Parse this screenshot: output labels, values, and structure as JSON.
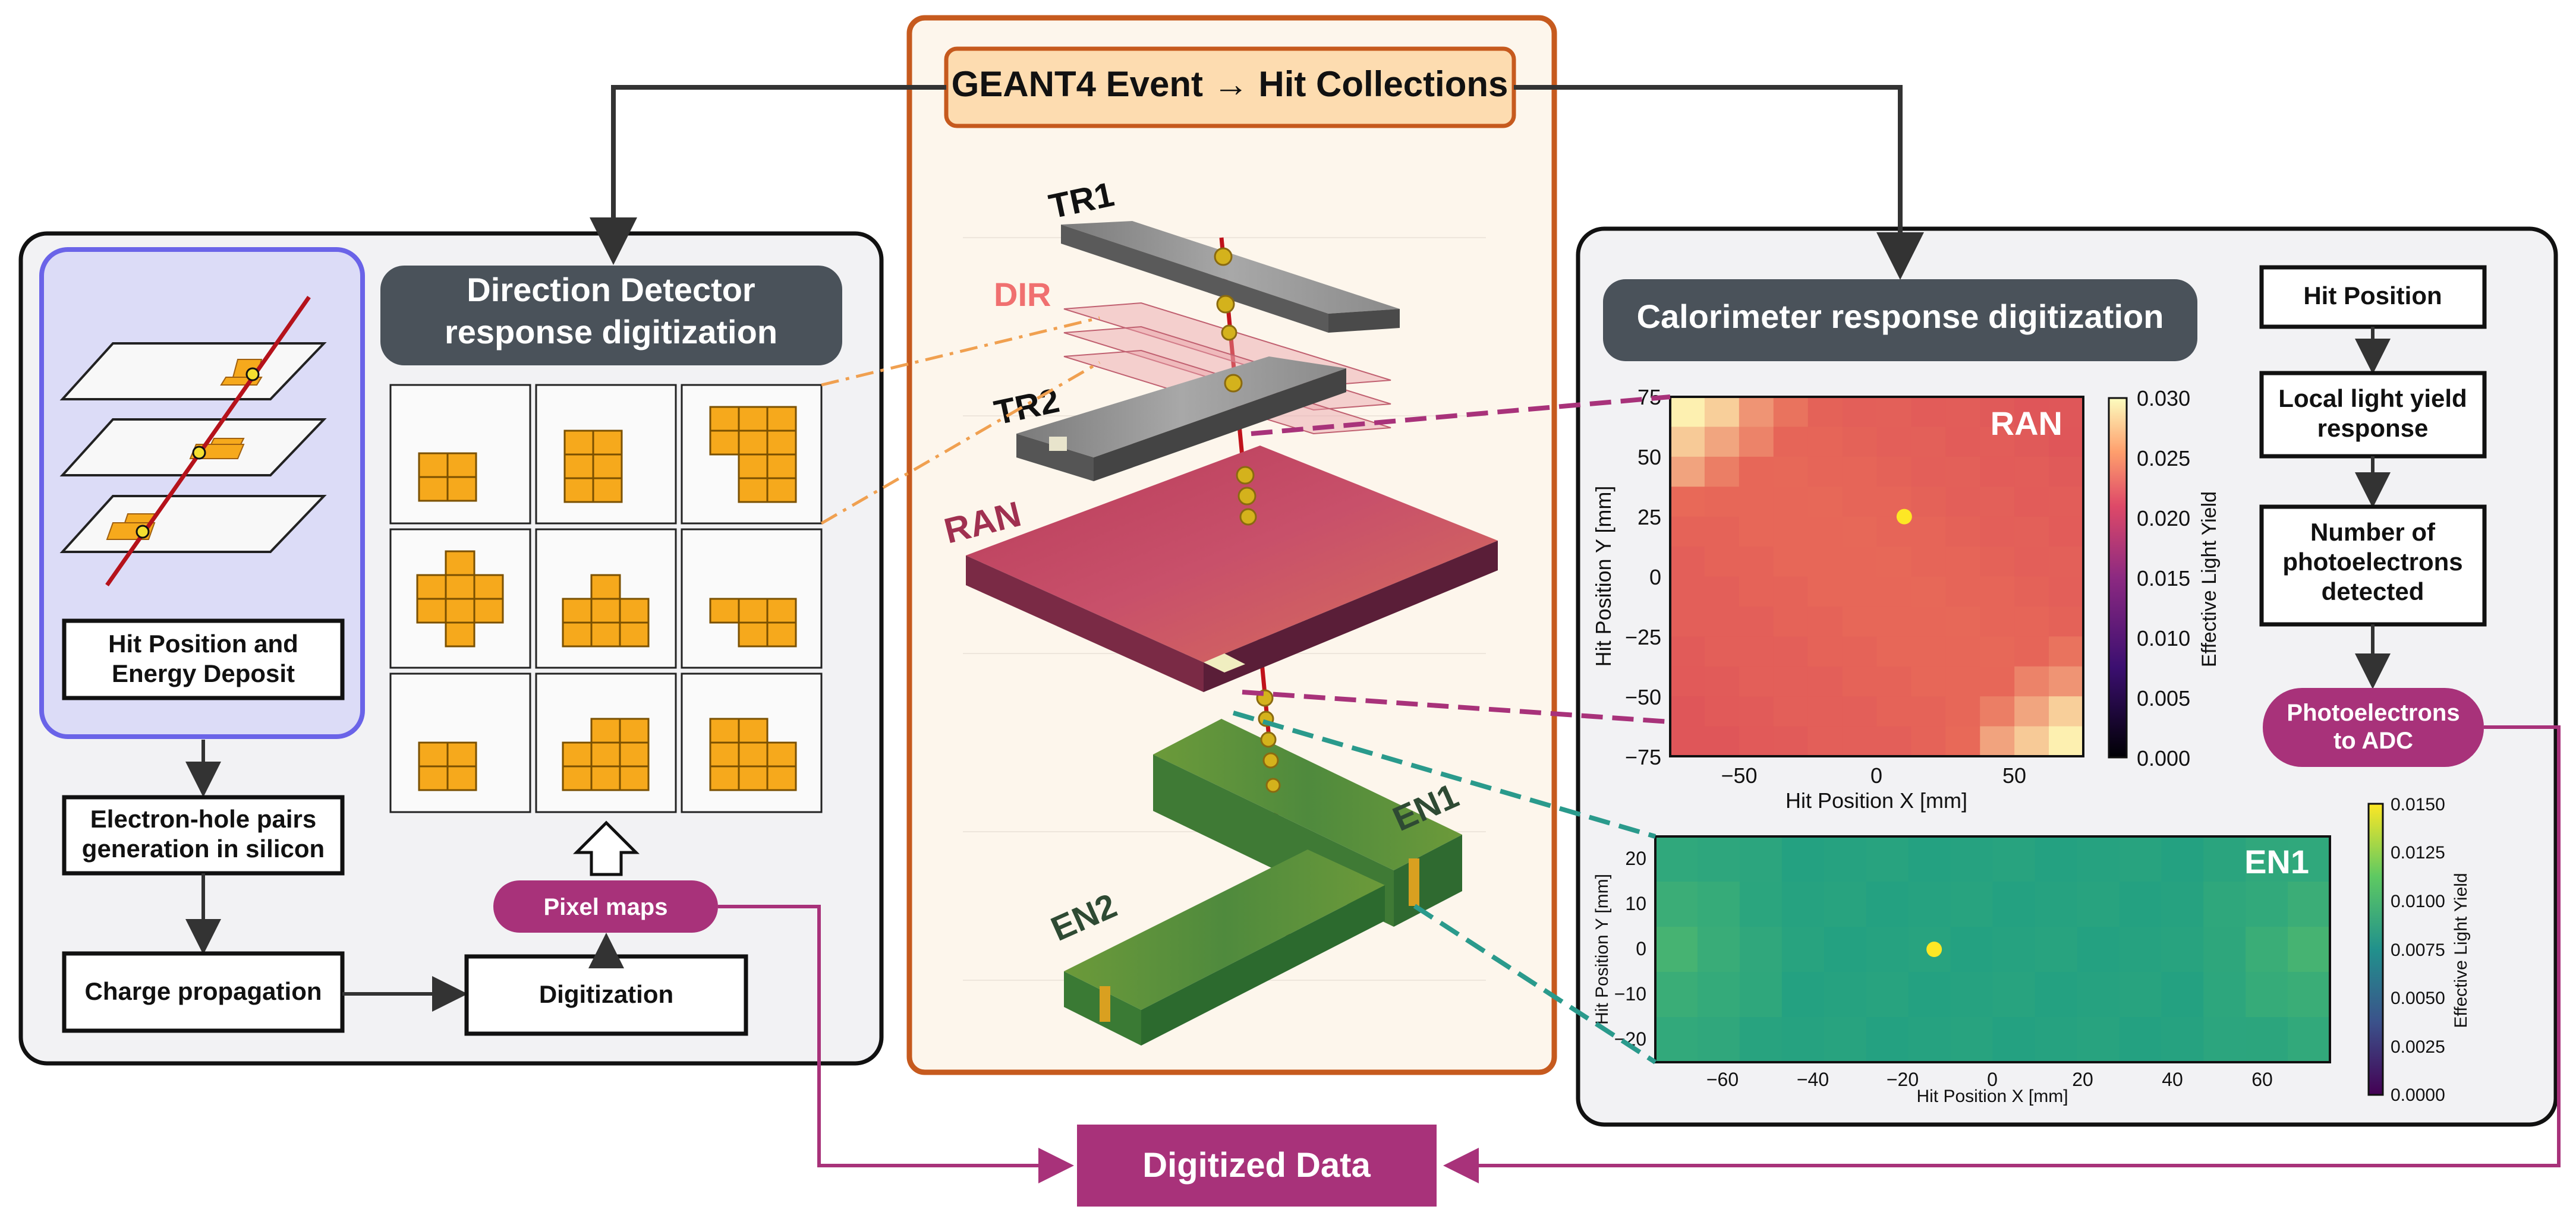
{
  "header": {
    "title": "GEANT4 Event → Hit Collections"
  },
  "left_panel": {
    "hit_box": [
      "Hit Position and",
      "Energy Deposit"
    ],
    "title": [
      "Direction Detector",
      "response digitization"
    ],
    "electron_hole": [
      "Electron-hole pairs",
      "generation in silicon"
    ],
    "charge_propagation": "Charge propagation",
    "digitization": "Digitization",
    "pixel_maps": "Pixel maps"
  },
  "center_panel": {
    "labels": {
      "tr1": "TR1",
      "dir": "DIR",
      "tr2": "TR2",
      "ran": "RAN",
      "en1": "EN1",
      "en2": "EN2"
    }
  },
  "right_panel": {
    "title": "Calorimeter response digitization",
    "flow": {
      "hit_position": "Hit Position",
      "local_light": [
        "Local light yield",
        "response"
      ],
      "photoelectrons": [
        "Number of",
        "photoelectrons",
        "detected"
      ],
      "pe_to_adc": [
        "Photoelectrons",
        "to ADC"
      ]
    }
  },
  "output": {
    "label": "Digitized Data"
  },
  "colors": {
    "panel_bg": "#f2f2f4",
    "title_bg": "#4a525a",
    "accent_purple": "#a8327a",
    "orange_frame": "#c65a1e",
    "header_bg": "#fddcb0",
    "pixel_orange": "#f6a91c",
    "lavender": "#dcdcf7",
    "lavender_border": "#6a63e8"
  },
  "chart_data": [
    {
      "type": "heatmap",
      "title": "RAN",
      "xlabel": "Hit Position X [mm]",
      "ylabel": "Hit Position Y [mm]",
      "xlim": [
        -75,
        75
      ],
      "ylim": [
        -75,
        75
      ],
      "x_ticks": [
        "−50",
        "0",
        "50"
      ],
      "y_ticks": [
        "75",
        "50",
        "25",
        "0",
        "−25",
        "−50",
        "−75"
      ],
      "colorbar_label": "Effective Light Yield",
      "colorbar_range": [
        0.0,
        0.03
      ],
      "colorbar_ticks": [
        "0.030",
        "0.025",
        "0.020",
        "0.015",
        "0.010",
        "0.005",
        "0.000"
      ],
      "colormap": "magma",
      "hit_point": {
        "x": 10,
        "y": 25
      }
    },
    {
      "type": "heatmap",
      "title": "EN1",
      "xlabel": "Hit Position X [mm]",
      "ylabel": "Hit Position Y [mm]",
      "xlim": [
        -75,
        75
      ],
      "ylim": [
        -25,
        25
      ],
      "x_ticks": [
        "−60",
        "−40",
        "−20",
        "0",
        "20",
        "40",
        "60"
      ],
      "y_ticks": [
        "20",
        "10",
        "0",
        "−10",
        "−20"
      ],
      "colorbar_label": "Effective Light Yield",
      "colorbar_range": [
        0.0,
        0.015
      ],
      "colorbar_ticks": [
        "0.0150",
        "0.0125",
        "0.0100",
        "0.0075",
        "0.0050",
        "0.0025",
        "0.0000"
      ],
      "colormap": "viridis",
      "hit_point": {
        "x": -13,
        "y": 0
      }
    }
  ]
}
